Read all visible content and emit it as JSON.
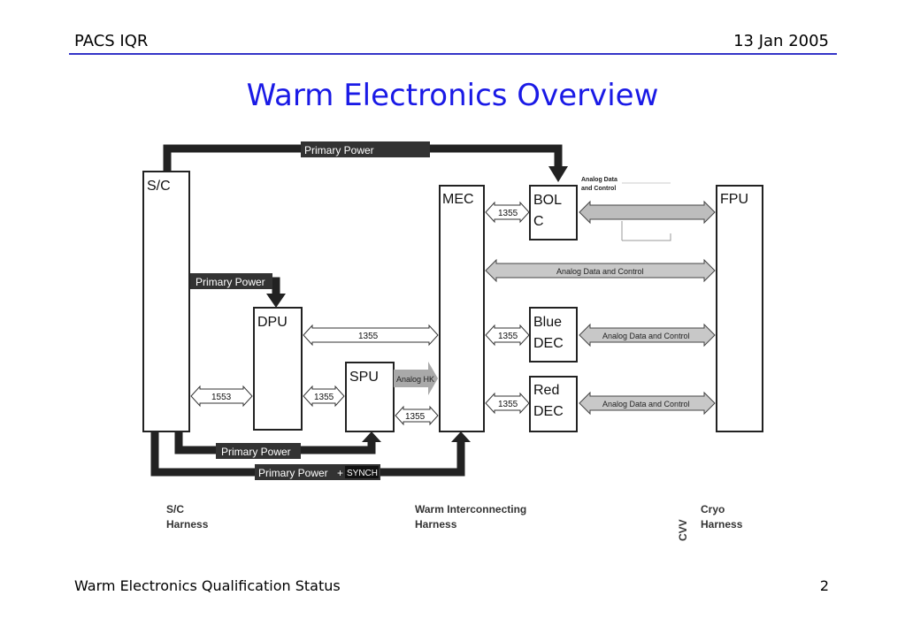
{
  "header": {
    "left": "PACS IQR",
    "right": "13 Jan 2005"
  },
  "title": "Warm Electronics Overview",
  "diagram": {
    "blocks": {
      "sc": "S/C",
      "mec": "MEC",
      "bolc_1": "BOL",
      "bolc_2": "C",
      "fpu": "FPU",
      "dpu": "DPU",
      "spu": "SPU",
      "blue_1": "Blue",
      "blue_2": "DEC",
      "red_1": "Red",
      "red_2": "DEC"
    },
    "links": {
      "primary_power_top": "Primary Power",
      "primary_power_dpu": "Primary Power",
      "primary_power_bottom": "Primary Power",
      "primary_power_synch": "Primary Power",
      "synch_plus": "+",
      "synch": "SYNCH",
      "analog_data_1": "Analog Data",
      "analog_data_2": "and Control",
      "analog_data_mec_fpu": "Analog Data and Control",
      "analog_data_blue": "Analog Data and Control",
      "analog_data_red": "Analog Data and Control",
      "analog_hk": "Analog HK",
      "l1355_mec_bolc": "1355",
      "l1355_dpu_mec": "1355",
      "l1355_mec_blue": "1355",
      "l1355_mec_red": "1355",
      "l1355_dpu_spu": "1355",
      "l1355_spu_mec": "1355",
      "l1553": "1553"
    },
    "harness": {
      "sc_1": "S/C",
      "sc_2": "Harness",
      "warm_1": "Warm Interconnecting",
      "warm_2": "Harness",
      "cvv": "CVV",
      "cryo_1": "Cryo",
      "cryo_2": "Harness"
    }
  },
  "footer": {
    "left": "Warm Electronics Qualification Status",
    "right": "2"
  }
}
